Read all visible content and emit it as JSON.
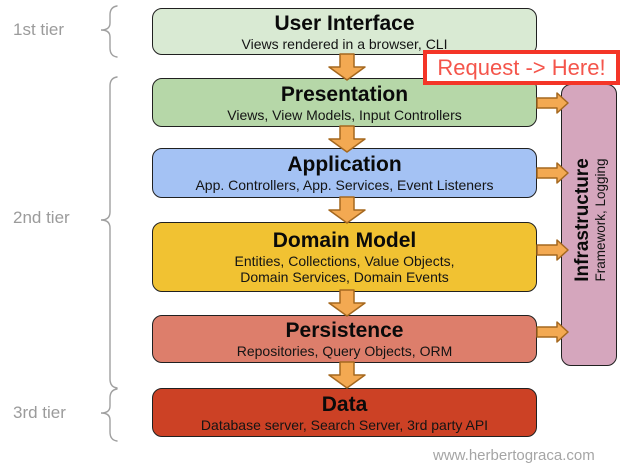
{
  "diagram": {
    "tier_labels": [
      "1st tier",
      "2nd tier",
      "3rd tier"
    ],
    "layers": [
      {
        "title": "User Interface",
        "subtitle": "Views rendered in a browser, CLI",
        "fill": "#d9ead3"
      },
      {
        "title": "Presentation",
        "subtitle": "Views, View Models, Input Controllers",
        "fill": "#b6d7a8"
      },
      {
        "title": "Application",
        "subtitle": "App. Controllers, App. Services, Event Listeners",
        "fill": "#a4c2f4"
      },
      {
        "title": "Domain Model",
        "subtitle": "Entities, Collections, Value Objects,\nDomain Services, Domain Events",
        "fill": "#f1c232"
      },
      {
        "title": "Persistence",
        "subtitle": "Repositories, Query Objects, ORM",
        "fill": "#dd7e6b"
      },
      {
        "title": "Data",
        "subtitle": "Database server, Search Server, 3rd party API",
        "fill": "#cc4125"
      }
    ],
    "infrastructure": {
      "title": "Infrastructure",
      "subtitle": "Framework, Logging",
      "fill": "#d5a6bd"
    },
    "annotation": {
      "text": "Request -> Here!",
      "border_color": "#f43527",
      "text_color": "#f4554b"
    },
    "arrows": {
      "fill": "#f3a952",
      "stroke": "#a5681f"
    },
    "footer": "www.herbertograca.com"
  }
}
